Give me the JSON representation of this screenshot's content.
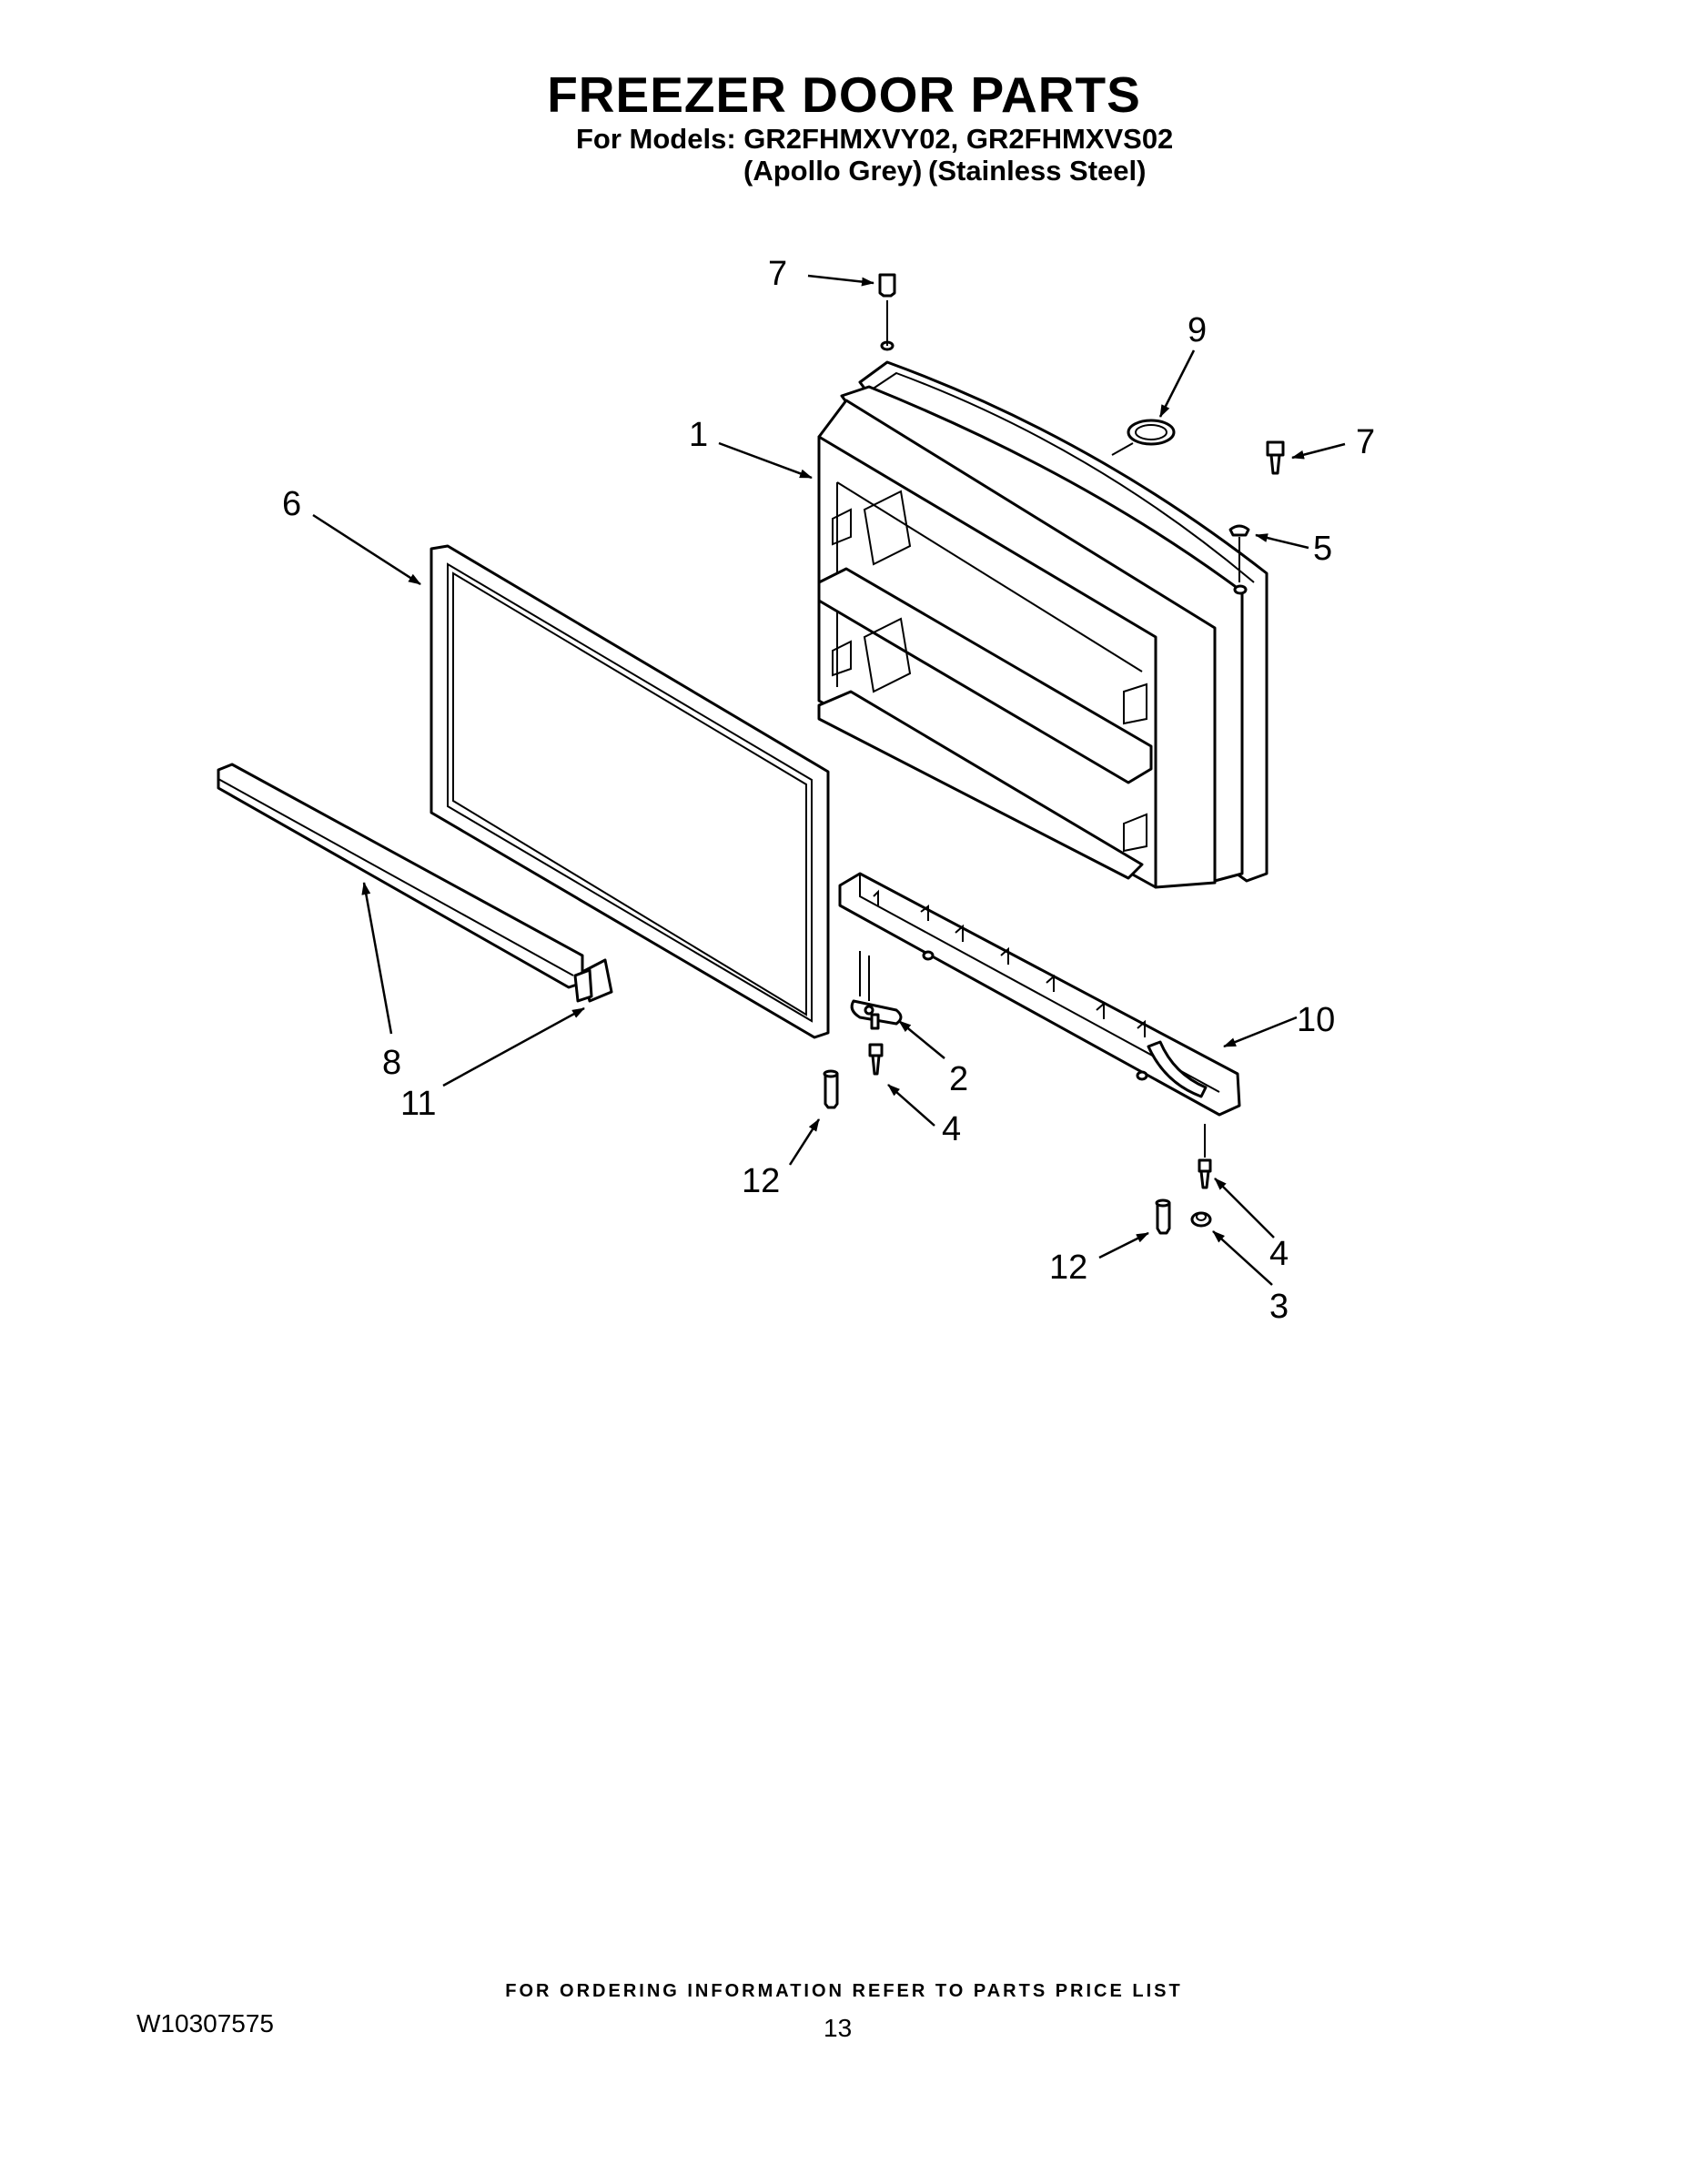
{
  "header": {
    "title": "FREEZER DOOR PARTS",
    "models_line": "For Models: GR2FHMXVY02, GR2FHMXVS02",
    "color_1": "(Apollo Grey)",
    "color_2": "(Stainless Steel)"
  },
  "callouts": {
    "c1": "1",
    "c2": "2",
    "c3": "3",
    "c4a": "4",
    "c4b": "4",
    "c5": "5",
    "c6": "6",
    "c7a": "7",
    "c7b": "7",
    "c8": "8",
    "c9": "9",
    "c10": "10",
    "c11": "11",
    "c12a": "12",
    "c12b": "12"
  },
  "footer": {
    "ordering_note": "FOR ORDERING INFORMATION REFER TO PARTS PRICE LIST",
    "doc_number": "W10307575",
    "page_number": "13"
  }
}
